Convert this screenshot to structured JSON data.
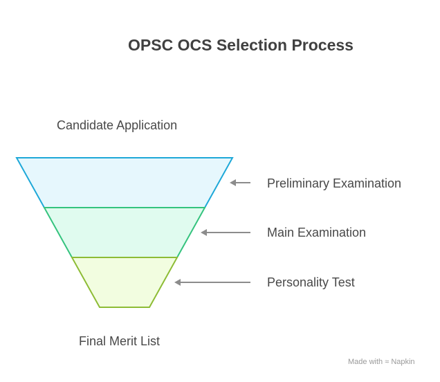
{
  "title": "OPSC OCS Selection Process",
  "top_label": "Candidate Application",
  "bottom_label": "Final Merit List",
  "stages": [
    {
      "label": "Preliminary Examination",
      "fill": "#e6f7fd",
      "stroke": "#1ea8d8"
    },
    {
      "label": "Main Examination",
      "fill": "#e0fbef",
      "stroke": "#35c37e"
    },
    {
      "label": "Personality Test",
      "fill": "#f2fde0",
      "stroke": "#8dbc35"
    }
  ],
  "arrow_color": "#8c8c8c",
  "watermark": {
    "prefix": "Made with",
    "brand": "Napkin"
  }
}
